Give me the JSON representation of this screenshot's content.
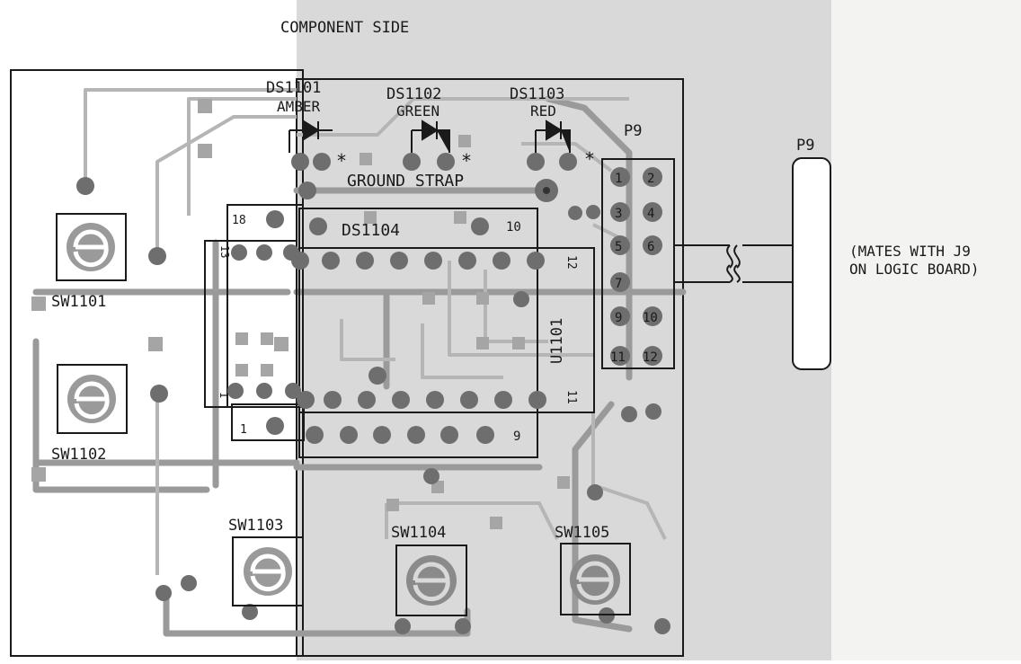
{
  "title": "COMPONENT SIDE",
  "colors": {
    "paper_left": "#ffffff",
    "paper_mid": "#d9d9d9",
    "paper_right": "#f3f3f1",
    "trace": "#9a9a9a",
    "trace_light": "#b5b5b5",
    "pad": "#6e6e6e",
    "outline": "#1a1a1a"
  },
  "leds": [
    {
      "ref": "DS1101",
      "color": "AMBER"
    },
    {
      "ref": "DS1102",
      "color": "GREEN"
    },
    {
      "ref": "DS1103",
      "color": "RED"
    }
  ],
  "led_marker": "*",
  "ground_strap": "GROUND STRAP",
  "display": {
    "ref": "DS1104",
    "pin_top_left": "18",
    "pin_top_right": "10",
    "pin_bottom_left": "1",
    "pin_bottom_right": "9"
  },
  "ic": {
    "ref": "U1101",
    "pin_top_right": "12",
    "pin_bottom_right": "11",
    "pin_left_top": "13",
    "pin_left_bottom": "1"
  },
  "switches": [
    "SW1101",
    "SW1102",
    "SW1103",
    "SW1104",
    "SW1105"
  ],
  "header_board": {
    "ref": "P9",
    "pins": [
      "1",
      "2",
      "3",
      "4",
      "5",
      "6",
      "7",
      "9",
      "10",
      "11",
      "12"
    ]
  },
  "cable_connector": {
    "ref": "P9"
  },
  "mates_note": [
    "(MATES WITH J9",
    "ON LOGIC BOARD)"
  ]
}
